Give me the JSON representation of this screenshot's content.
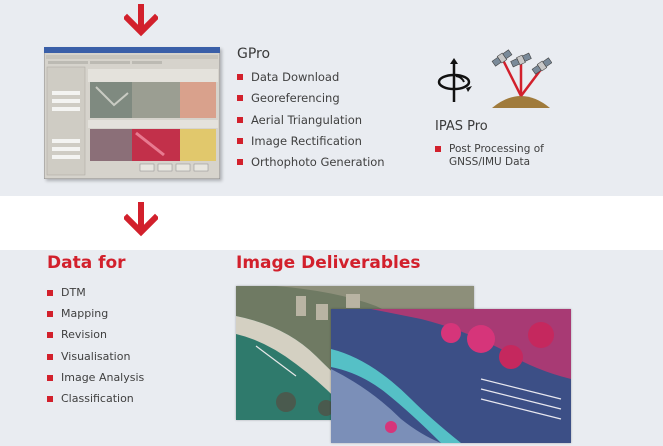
{
  "gpro": {
    "title": "GPro",
    "items": [
      "Data Download",
      "Georeferencing",
      "Aerial Triangulation",
      "Image Rectification",
      "Orthophoto Generation"
    ]
  },
  "ipas": {
    "title": "IPAS Pro",
    "items": [
      "Post Processing of GNSS/IMU Data"
    ]
  },
  "data_for": {
    "title": "Data for",
    "items": [
      "DTM",
      "Mapping",
      "Revision",
      "Visualisation",
      "Image Analysis",
      "Classification"
    ]
  },
  "deliverables": {
    "title": "Image Deliverables"
  },
  "colors": {
    "accent": "#d2202c",
    "band": "#e9ecf1"
  },
  "icons": [
    "arrow-down-icon",
    "gimbal-rotation-icon",
    "satellite-icon"
  ]
}
